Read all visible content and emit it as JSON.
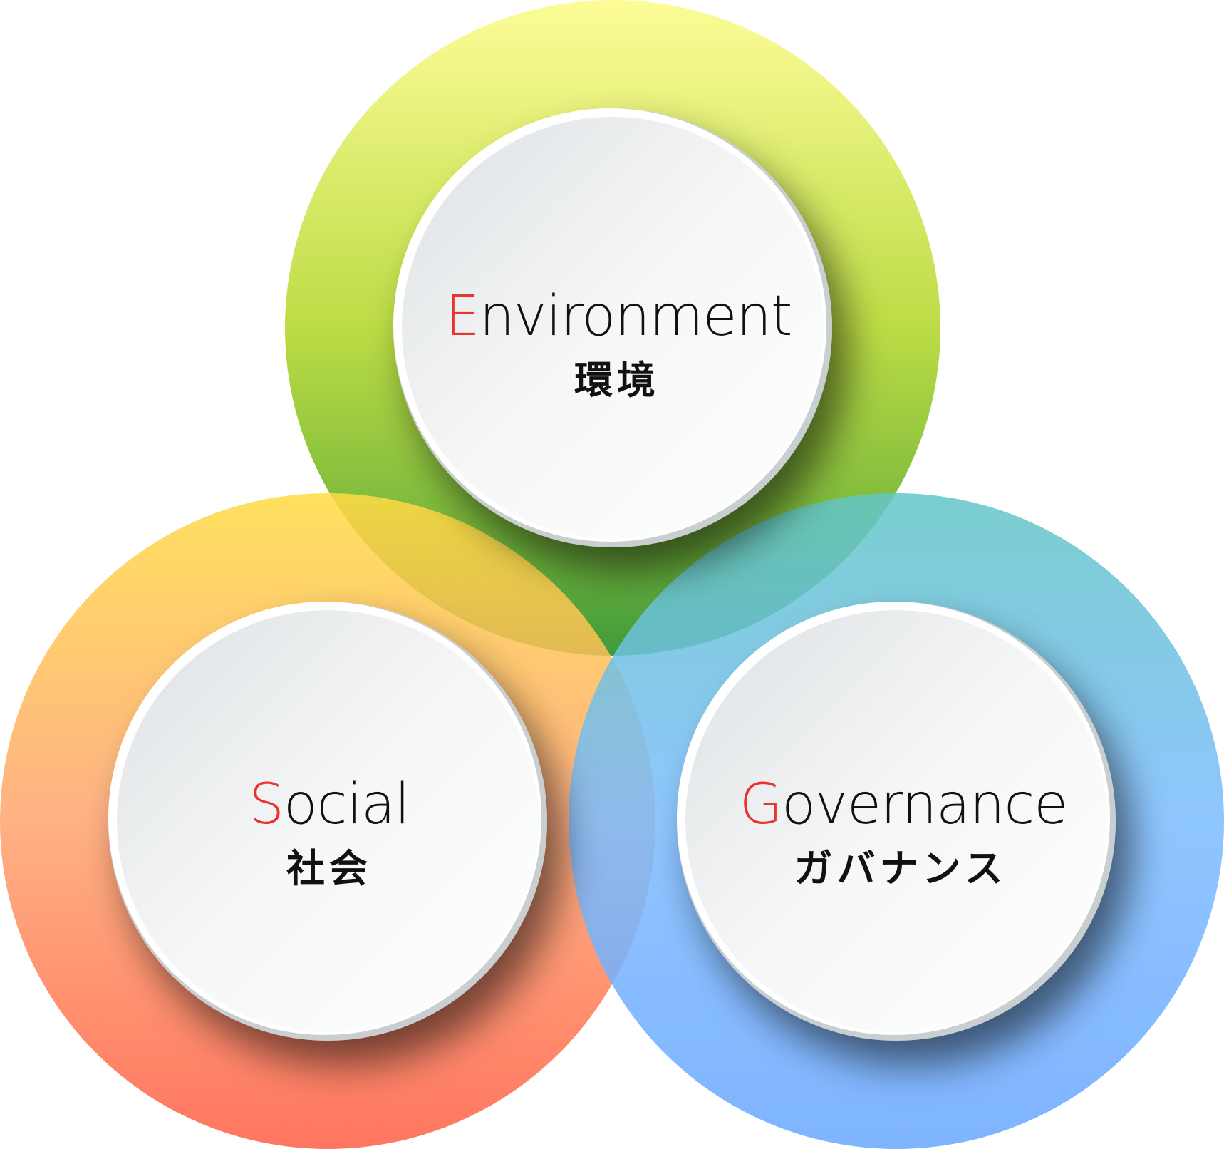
{
  "segments": [
    {
      "id": "environment",
      "initial": "E",
      "rest": "nvironment",
      "ja": "環境",
      "colors": [
        "#fdfc98",
        "#bcdc45",
        "#4a9a3a"
      ]
    },
    {
      "id": "social",
      "initial": "S",
      "rest": "ocial",
      "ja": "社会",
      "colors": [
        "#ffdb43",
        "#ffa36e",
        "#ff5d43"
      ]
    },
    {
      "id": "governance",
      "initial": "G",
      "rest": "overnance",
      "ja": "ガバナンス",
      "colors": [
        "#62c6c6",
        "#7bbcff",
        "#68a6ff"
      ]
    }
  ],
  "accent_color": "#e8332e"
}
